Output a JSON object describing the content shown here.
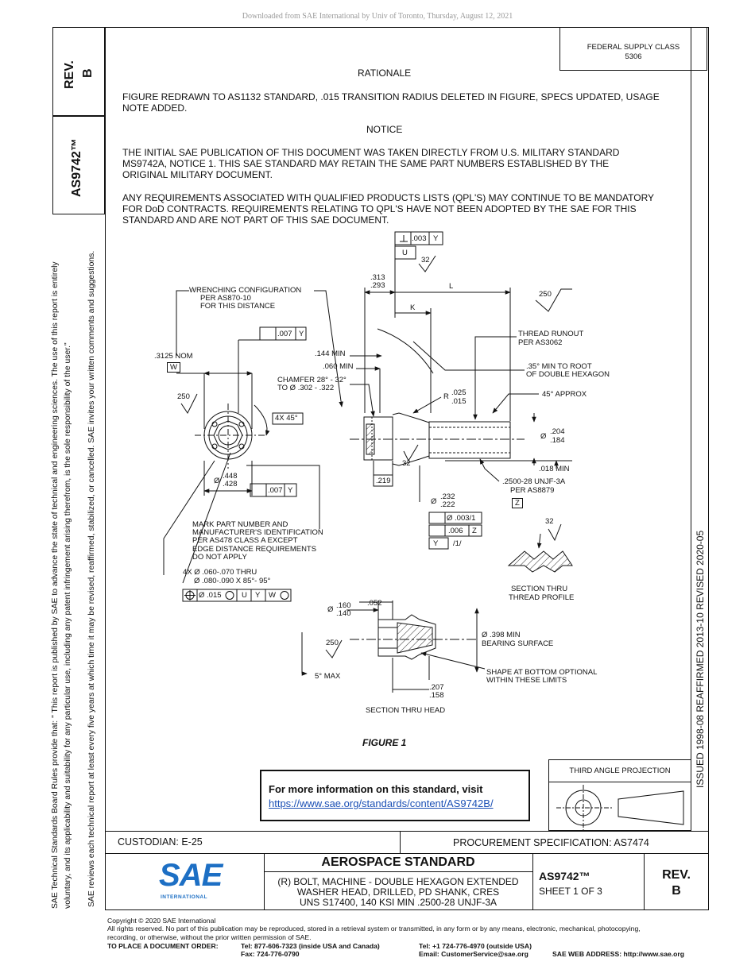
{
  "top_watermark": "Downloaded from SAE International by Univ of Toronto, Thursday, August 12, 2021",
  "side": {
    "rev_label": "REV.",
    "rev_value": "B",
    "doc_number": "AS9742™",
    "disclaimer_1": "SAE Technical Standards Board Rules provide that: \" This report is published by SAE to advance the state of technical and engineering sciences. The use of this report is entirely",
    "disclaimer_2": "voluntary, and its applicability and suitability for any particular use, including any patent infringement arising therefrom, is the sole responsibility of the user.\"",
    "disclaimer_3": "SAE reviews each technical report at least every five years at which time it may be revised, reaffirmed, stabilized, or cancelled. SAE invites your written comments and suggestions.",
    "right_dates": "ISSUED 1998-08      REAFFIRMED 2013-10      REVISED 2020-05"
  },
  "header": {
    "federal_supply_line1": "FEDERAL SUPPLY CLASS",
    "federal_supply_line2": "5306"
  },
  "body": {
    "rationale_title": "RATIONALE",
    "rationale_text_1": "FIGURE REDRAWN TO AS1132 STANDARD, .015 TRANSITION RADIUS DELETED IN FIGURE, SPECS UPDATED, USAGE",
    "rationale_text_2": "NOTE ADDED.",
    "notice_title": "NOTICE",
    "notice_1a": "THE INITIAL SAE PUBLICATION OF THIS DOCUMENT WAS TAKEN DIRECTLY FROM U.S. MILITARY STANDARD",
    "notice_1b": "MS9742A, NOTICE 1. THIS SAE STANDARD MAY RETAIN THE SAME PART NUMBERS ESTABLISHED BY THE",
    "notice_1c": "ORIGINAL MILITARY DOCUMENT.",
    "notice_2a": "ANY REQUIREMENTS ASSOCIATED WITH QUALIFIED PRODUCTS LISTS (QPL'S) MAY CONTINUE TO BE MANDATORY",
    "notice_2b": "FOR DoD CONTRACTS. REQUIREMENTS RELATING TO QPL'S HAVE NOT BEEN ADOPTED BY THE SAE FOR THIS",
    "notice_2c": "STANDARD AND ARE NOT PART OF THIS SAE DOCUMENT."
  },
  "drawing": {
    "perp_tol": ".003",
    "datum_y": "Y",
    "datum_u": "U",
    "finish_32": "32",
    "dim_313": ".313",
    "dim_293": ".293",
    "dim_L": "L",
    "dim_K": "K",
    "finish_250": "250",
    "wrench_1": "WRENCHING CONFIGURATION",
    "wrench_2": "PER AS870-10",
    "wrench_3": "FOR THIS DISTANCE",
    "pos_007": ".007",
    "runout_1": "THREAD RUNOUT",
    "runout_2": "PER AS3062",
    "nom_3125": ".3125 NOM",
    "datum_w": "W",
    "min_144": ".144 MIN",
    "min_060": ".060 MIN",
    "min_35_1": ".35° MIN TO ROOT",
    "min_35_2": "OF DOUBLE HEXAGON",
    "chamfer_1": "CHAMFER 28° - 32°",
    "chamfer_2": "TO Ø .302 - .322",
    "approx_45": "45° APPROX",
    "r_label": "R",
    "r_025": ".025",
    "r_015": ".015",
    "x45": "4X 45°",
    "dia_204": ".204",
    "dia_184": ".184",
    "min_018": ".018 MIN",
    "dia_448": ".448",
    "dia_428": ".428",
    "dim_219": ".219",
    "thread_1": ".2500-28 UNJF-3A",
    "thread_2": "PER AS8879",
    "datum_z": "Z",
    "dia_232": ".232",
    "dia_222": ".222",
    "str_003": "Ø .003/1",
    "run_006": ".006",
    "datum_y2": "Y",
    "per_1": "/1/",
    "mark_1": "MARK PART NUMBER AND",
    "mark_2": "MANUFACTURER'S IDENTIFICATION",
    "mark_3": "PER AS478 CLASS A EXCEPT",
    "mark_4": "EDGE DISTANCE REQUIREMENTS",
    "mark_5": "DO NOT APPLY",
    "holes_1": "4X Ø .060-.070 THRU",
    "holes_2": "Ø .080-.090 X 85°- 95°",
    "pos_015": "Ø .015",
    "datum_u2": "U",
    "datum_w2": "W",
    "thread_sec_1": "SECTION THRU",
    "thread_sec_2": "THREAD PROFILE",
    "dia_160": ".160",
    "dia_140": ".140",
    "dim_052": ".052",
    "dia_398": "Ø .398 MIN",
    "bearing": "BEARING SURFACE",
    "shape_1": "SHAPE AT BOTTOM OPTIONAL",
    "shape_2": "WITHIN THESE LIMITS",
    "max_5": "5° MAX",
    "dim_207": ".207",
    "dim_158": ".158",
    "sec_head": "SECTION THRU HEAD",
    "figure_caption": "FIGURE 1",
    "dia_symbol": "Ø"
  },
  "more_info": {
    "title": "For more information on this standard, visit",
    "url": "https://www.sae.org/standards/content/AS9742B/"
  },
  "projection": {
    "label": "THIRD ANGLE PROJECTION"
  },
  "title_block": {
    "custodian": "CUSTODIAN: E-25",
    "procurement": "PROCUREMENT SPECIFICATION: AS7474",
    "logo_text": "SAE",
    "logo_sub": "INTERNATIONAL",
    "standard_type": "AEROSPACE STANDARD",
    "desc_1": "(R) BOLT, MACHINE - DOUBLE HEXAGON EXTENDED",
    "desc_2": "WASHER HEAD, DRILLED, PD SHANK, CRES",
    "desc_3": "UNS S17400, 140 KSI MIN .2500-28 UNJF-3A",
    "doc_number": "AS9742™",
    "sheet": "SHEET 1 OF 3",
    "rev_label": "REV.",
    "rev_value": "B"
  },
  "footer": {
    "copyright": "Copyright © 2020 SAE International",
    "rights_1": "All rights reserved. No part of this publication may be reproduced, stored in a retrieval system or transmitted, in any form or by any means, electronic, mechanical, photocopying,",
    "rights_2": "recording, or otherwise, without the prior written permission of SAE.",
    "order_label": "TO PLACE A DOCUMENT ORDER:",
    "tel_usa": "Tel: 877-606-7323 (inside USA and Canada)",
    "fax": "Fax: 724-776-0790",
    "tel_out": "Tel: +1 724-776-4970 (outside USA)",
    "email": "Email: CustomerService@sae.org",
    "web": "SAE WEB ADDRESS: http://www.sae.org"
  }
}
